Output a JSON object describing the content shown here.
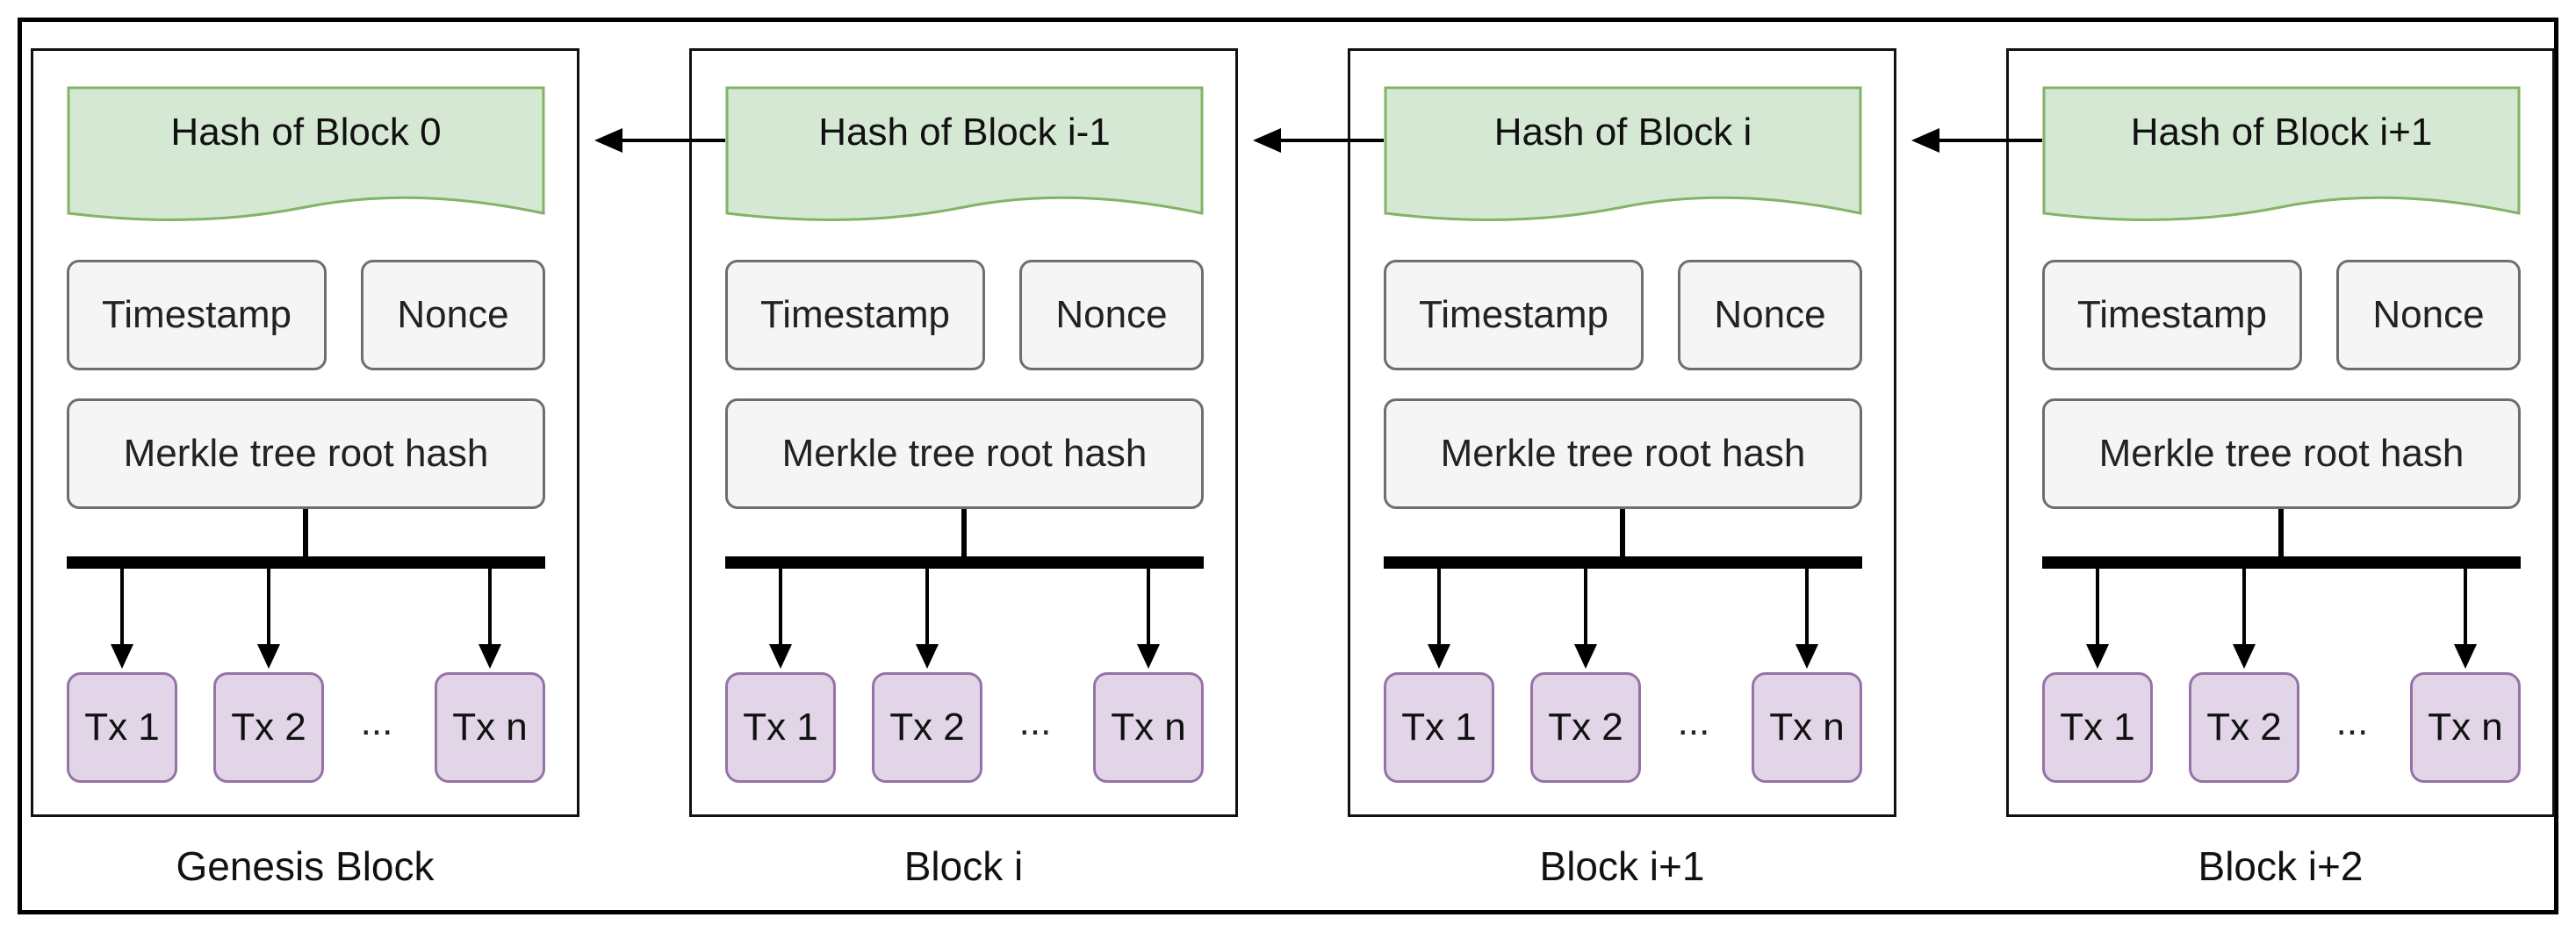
{
  "diagram": {
    "blocks": [
      {
        "caption": "Genesis Block",
        "hash_label": "Hash of Block 0",
        "timestamp_label": "Timestamp",
        "nonce_label": "Nonce",
        "merkle_label": "Merkle tree root hash",
        "tx1_label": "Tx 1",
        "tx2_label": "Tx 2",
        "ellipsis": "...",
        "txn_label": "Tx n"
      },
      {
        "caption": "Block i",
        "hash_label": "Hash of Block i-1",
        "timestamp_label": "Timestamp",
        "nonce_label": "Nonce",
        "merkle_label": "Merkle tree root hash",
        "tx1_label": "Tx 1",
        "tx2_label": "Tx 2",
        "ellipsis": "...",
        "txn_label": "Tx n"
      },
      {
        "caption": "Block i+1",
        "hash_label": "Hash of Block i",
        "timestamp_label": "Timestamp",
        "nonce_label": "Nonce",
        "merkle_label": "Merkle tree root hash",
        "tx1_label": "Tx 1",
        "tx2_label": "Tx 2",
        "ellipsis": "...",
        "txn_label": "Tx n"
      },
      {
        "caption": "Block i+2",
        "hash_label": "Hash of Block i+1",
        "timestamp_label": "Timestamp",
        "nonce_label": "Nonce",
        "merkle_label": "Merkle tree root hash",
        "tx1_label": "Tx 1",
        "tx2_label": "Tx 2",
        "ellipsis": "...",
        "txn_label": "Tx n"
      }
    ]
  },
  "colors": {
    "hash_fill": "#d5e8d4",
    "hash_stroke": "#82b366",
    "field_fill": "#f5f5f5",
    "field_stroke": "#6e6e6e",
    "tx_fill": "#e1d5e7",
    "tx_stroke": "#9673a6",
    "line": "#000000"
  }
}
